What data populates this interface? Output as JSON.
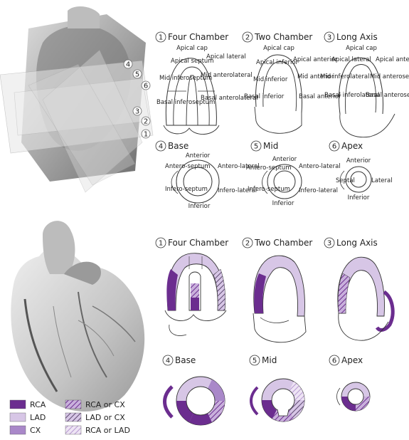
{
  "top_views": [
    {
      "num": "1",
      "title": "Four Chamber"
    },
    {
      "num": "2",
      "title": "Two Chamber"
    },
    {
      "num": "3",
      "title": "Long Axis"
    },
    {
      "num": "4",
      "title": "Base"
    },
    {
      "num": "5",
      "title": "Mid"
    },
    {
      "num": "6",
      "title": "Apex"
    }
  ],
  "top_labels": {
    "four_chamber": {
      "apical_cap": "Apical cap",
      "apical_septum": "Apical septum",
      "apical_lateral": "Apical lateral",
      "mid_inferoseptum": "Mid inferoseptum",
      "mid_anterolateral": "Mid anterolateral",
      "basal_inferoseptum": "Basal inferoseptum",
      "basal_anterolateral": "Basal anterolateral"
    },
    "two_chamber": {
      "apical_cap": "Apical cap",
      "apical_inferior": "Apical inferior",
      "apical_anterior": "Apical anterior",
      "mid_inferior": "Mid inferior",
      "mid_anterior": "Mid anterior",
      "basal_inferior": "Basal inferior",
      "basal_anterior": "Basal anterior"
    },
    "long_axis": {
      "apical_cap": "Apical cap",
      "apical_lateral": "Apical lateral",
      "apical_anterior": "Apical anterior",
      "mid_inferolateral": "Mid inferolateral",
      "mid_anteroseptum": "Mid anteroseptum",
      "basal_inferolateral": "Basal inferolateral",
      "basal_anteroseptum": "Basal anteroseptum"
    },
    "base": {
      "anterior": "Anterior",
      "anteroseptum": "Antero-septum",
      "anterolateral": "Antero-lateral",
      "inferoseptum": "Infero-septum",
      "inferolateral": "Infero-lateral",
      "inferior": "Inferior"
    },
    "mid": {
      "anterior": "Anterior",
      "anteroseptum": "Antero-septum",
      "anterolateral": "Antero-lateral",
      "inferoseptum": "Infero-septum",
      "inferolateral": "Infero-lateral",
      "inferior": "Inferior"
    },
    "apex": {
      "anterior": "Anterior",
      "septal": "Septal",
      "lateral": "Lateral",
      "inferior": "Inferior"
    }
  },
  "plane_numbers": [
    "4",
    "5",
    "6",
    "3",
    "2",
    "1"
  ],
  "bottom_views": [
    {
      "num": "1",
      "title": "Four Chamber"
    },
    {
      "num": "2",
      "title": "Two Chamber"
    },
    {
      "num": "3",
      "title": "Long Axis"
    },
    {
      "num": "4",
      "title": "Base"
    },
    {
      "num": "5",
      "title": "Mid"
    },
    {
      "num": "6",
      "title": "Apex"
    }
  ],
  "legend": [
    {
      "label": "RCA",
      "color": "#6b2d8f",
      "pattern": "solid"
    },
    {
      "label": "LAD",
      "color": "#d7c6e6",
      "pattern": "solid"
    },
    {
      "label": "CX",
      "color": "#a988c9",
      "pattern": "solid"
    },
    {
      "label": "RCA or CX",
      "color": "#6b2d8f",
      "pattern": "hatch"
    },
    {
      "label": "LAD or CX",
      "color": "#3d2850",
      "pattern": "hatch"
    },
    {
      "label": "RCA or LAD",
      "color": "#a988c9",
      "pattern": "hatch"
    }
  ],
  "colors": {
    "rca": "#6b2d8f",
    "lad": "#d7c6e6",
    "cx": "#a988c9"
  }
}
